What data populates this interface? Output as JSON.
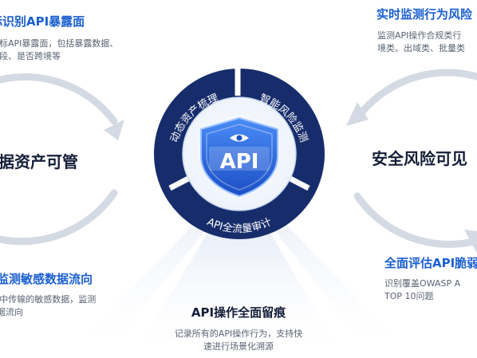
{
  "top_left": {
    "title": "标识别API暴露面",
    "desc_line1": "目标API暴露面，包括暴露数据、",
    "desc_line2": "字段、是否跨境等"
  },
  "top_right": {
    "title": "实时监测行为风险",
    "desc_line1": "监测API操作合规类行",
    "desc_line2": "境类、出域类、批量类"
  },
  "left_pillar": {
    "title": "据资产可管"
  },
  "right_pillar": {
    "title": "安全风险可见"
  },
  "bottom_left": {
    "title": "监测敏感数据流向",
    "desc_line1": "I中传输的敏感数据，监测",
    "desc_line2": "据流向"
  },
  "bottom_right": {
    "title": "全面评估API脆弱性",
    "desc_line1": "识别覆盖OWASP A",
    "desc_line2": "TOP 10问题"
  },
  "bottom_center": {
    "title": "API操作全面留痕",
    "desc_line1": "记录所有的API操作行为，支持快",
    "desc_line2": "速进行场景化溯源"
  },
  "hub": {
    "seg_left": "动态资产梳理",
    "seg_right": "智能风险监测",
    "seg_bottom": "API全流量审计",
    "shield_text": "API",
    "eye_icon": "eye-icon"
  },
  "colors": {
    "ring_dark": "#172d6b",
    "accent_blue": "#1a5fd0",
    "arrow_gray": "#d4dae3",
    "heading_dark": "#141e38"
  }
}
